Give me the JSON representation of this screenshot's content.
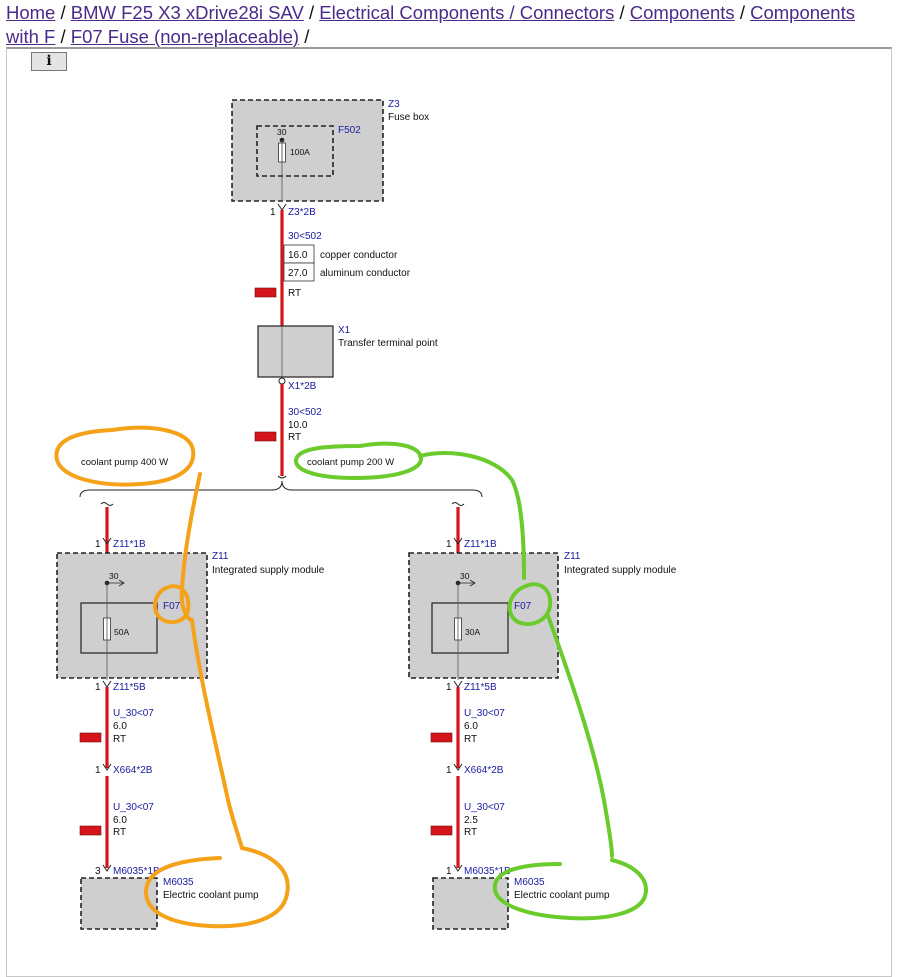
{
  "breadcrumb": {
    "items": [
      {
        "label": "Home",
        "link": true
      },
      {
        "label": "BMW F25 X3 xDrive28i SAV",
        "link": true
      },
      {
        "label": "Electrical Components / Connectors",
        "link": true
      },
      {
        "label": "Components",
        "link": true
      },
      {
        "label": "Components with F",
        "link": true
      },
      {
        "label": "F07 Fuse (non-replaceable)",
        "link": true
      }
    ],
    "separator": "/"
  },
  "info_button": {
    "label": "i",
    "icon": "info-icon"
  },
  "diagram": {
    "fuse_box": {
      "id": "Z3",
      "name": "Fuse box",
      "fuse_id": "F502",
      "terminal": "30",
      "rating": "100A"
    },
    "fuse_box_pin": {
      "pin": "1",
      "connector": "Z3*2B"
    },
    "upper_wire": {
      "signal": "30<502",
      "copper": "16.0",
      "copper_label": "copper conductor",
      "aluminum": "27.0",
      "aluminum_label": "aluminum conductor",
      "color": "RT"
    },
    "transfer_point": {
      "id": "X1",
      "name": "Transfer terminal point",
      "connector": "X1*2B"
    },
    "lower_wire": {
      "signal": "30<502",
      "gauge": "10.0",
      "color": "RT"
    },
    "branches": [
      {
        "pin_in": "1",
        "connector_in": "Z11*1B",
        "module_id": "Z11",
        "module_name": "Integrated supply module",
        "terminal": "30",
        "fuse_id": "F07",
        "rating": "50A",
        "pin_out": "1",
        "connector_out": "Z11*5B",
        "wire1": {
          "signal": "U_30<07",
          "gauge": "6.0",
          "color": "RT"
        },
        "pin_mid": "1",
        "connector_mid": "X664*2B",
        "wire2": {
          "signal": "U_30<07",
          "gauge": "6.0",
          "color": "RT"
        },
        "pin_end": "3",
        "connector_end": "M6035*1B",
        "pump_id": "M6035",
        "pump_name": "Electric coolant pump",
        "annotation": "coolant pump 400 W"
      },
      {
        "pin_in": "1",
        "connector_in": "Z11*1B",
        "module_id": "Z11",
        "module_name": "Integrated supply module",
        "terminal": "30",
        "fuse_id": "F07",
        "rating": "30A",
        "pin_out": "1",
        "connector_out": "Z11*5B",
        "wire1": {
          "signal": "U_30<07",
          "gauge": "6.0",
          "color": "RT"
        },
        "pin_mid": "1",
        "connector_mid": "X664*2B",
        "wire2": {
          "signal": "U_30<07",
          "gauge": "2.5",
          "color": "RT"
        },
        "pin_end": "1",
        "connector_end": "M6035*1B",
        "pump_id": "M6035",
        "pump_name": "Electric coolant pump",
        "annotation": "coolant pump 200 W"
      }
    ],
    "colors": {
      "wire": "#d4151b",
      "module_fill": "#cfcfcf",
      "annotation_left": "#f4a21a",
      "annotation_right": "#6ccb2c",
      "label_blue": "#1a1aa0"
    }
  }
}
